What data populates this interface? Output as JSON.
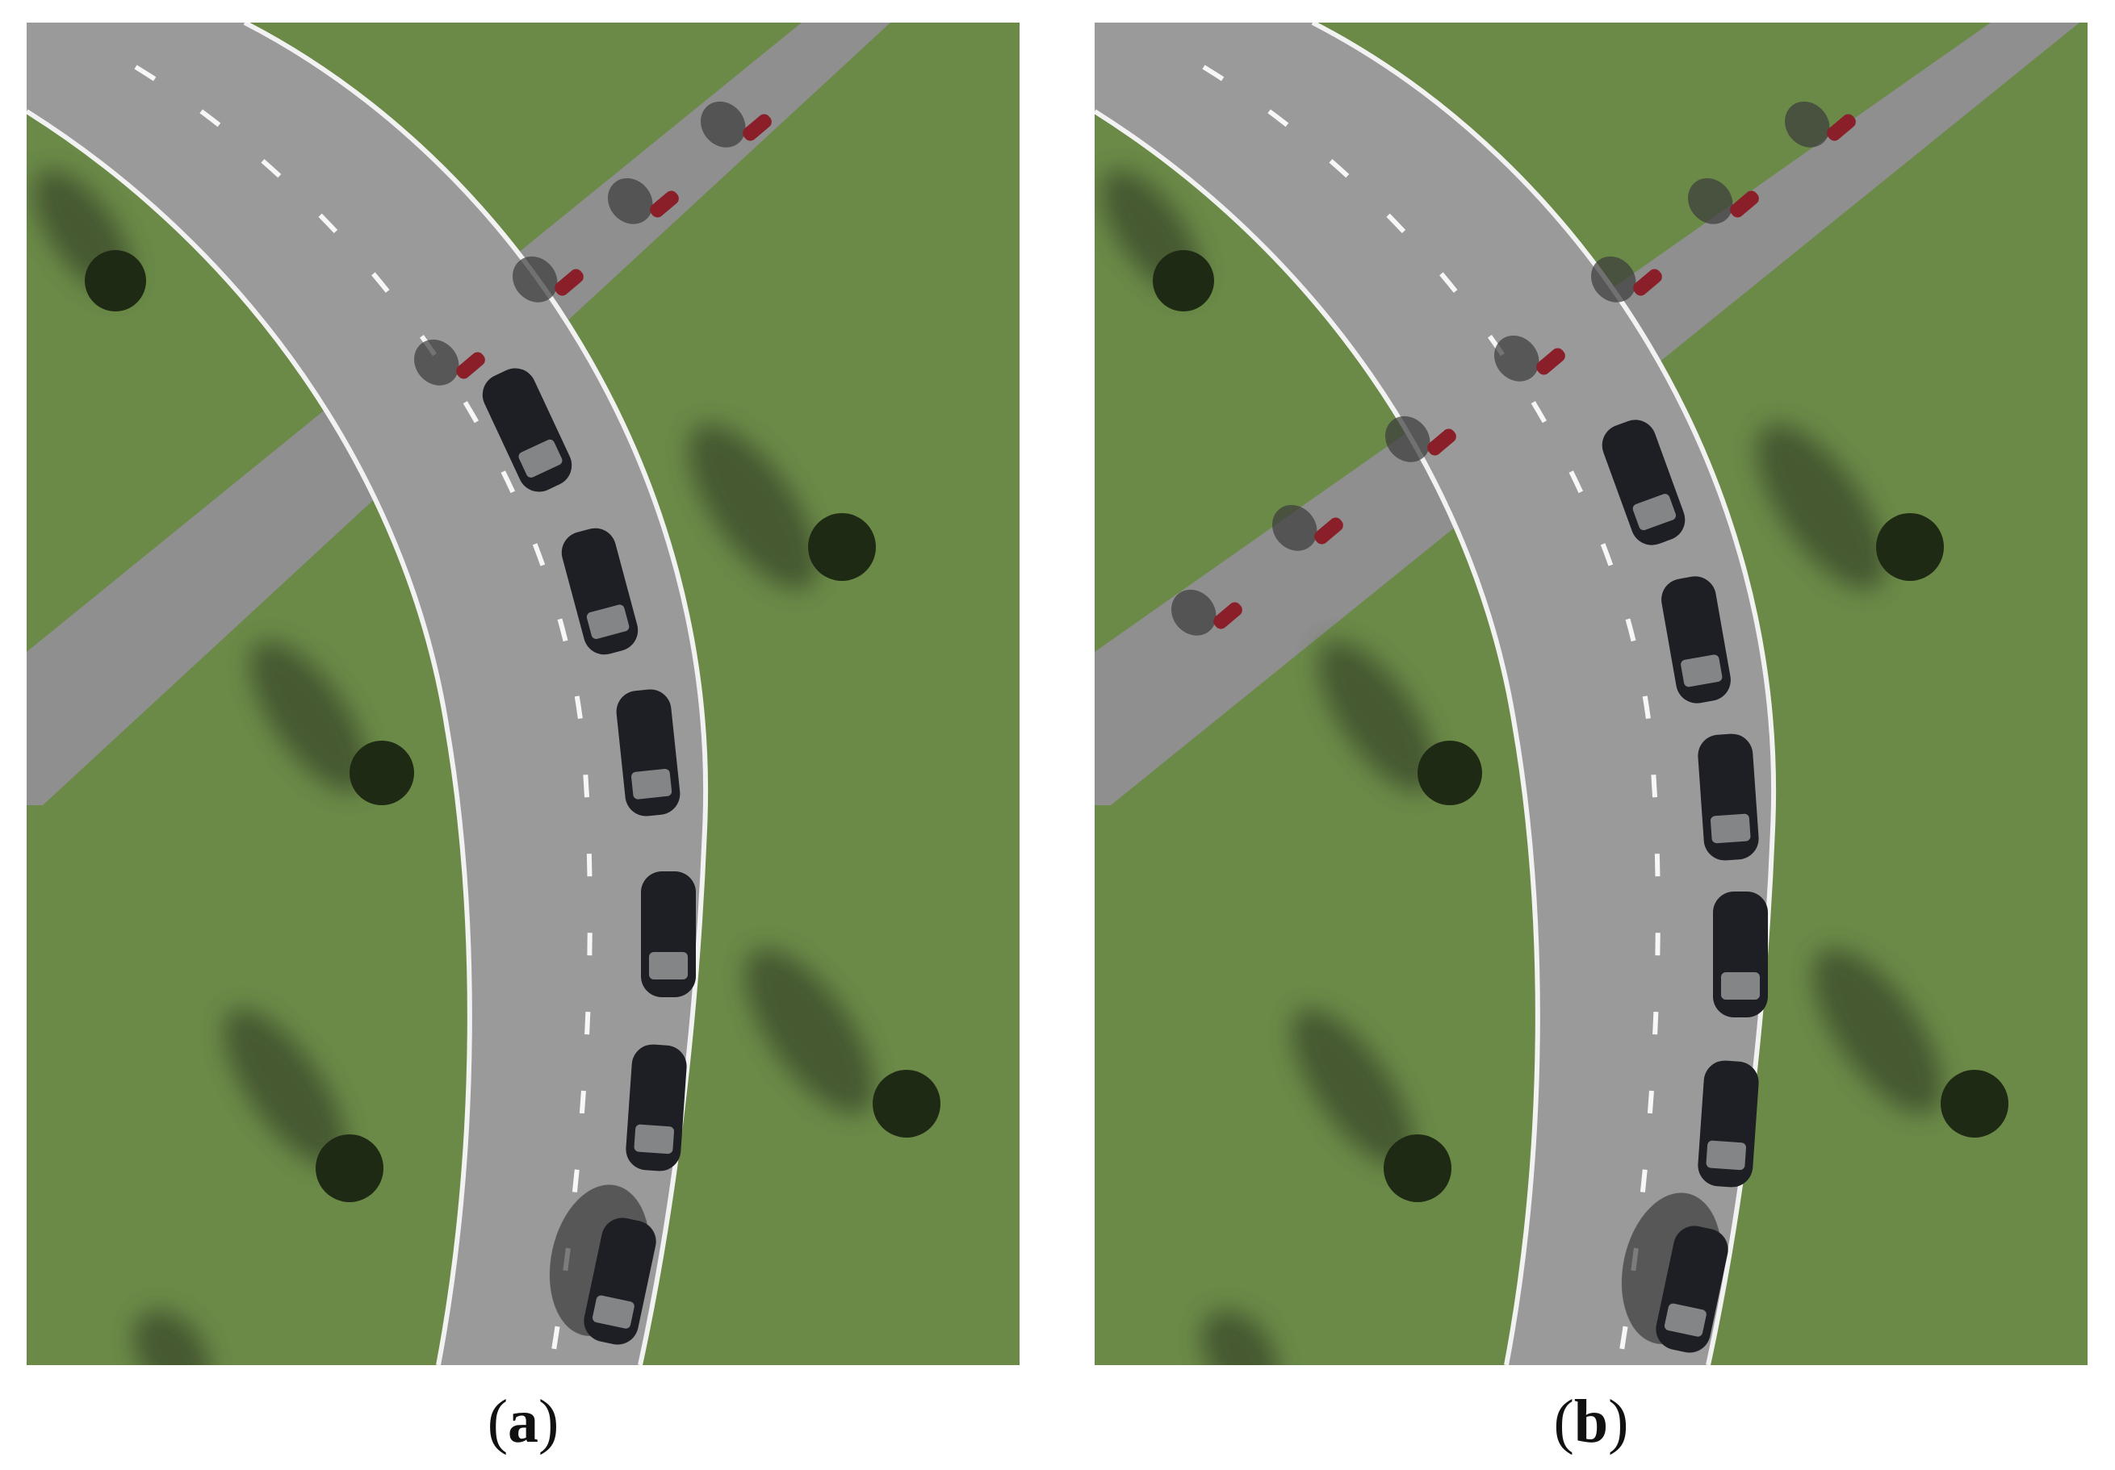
{
  "figure": {
    "panels": [
      {
        "id": "a",
        "caption": {
          "open": "(",
          "letter": "a",
          "close": ")"
        },
        "vehicles": {
          "cars": 6,
          "motorcycles": 4
        },
        "trees": 5
      },
      {
        "id": "b",
        "caption": {
          "open": "(",
          "letter": "b",
          "close": ")"
        },
        "vehicles": {
          "cars": 6,
          "motorcycles": 7
        },
        "trees": 5
      }
    ],
    "colors": {
      "grass": "#6b8a48",
      "road": "#9a9a9a",
      "road_edge_line": "#f2f2f2",
      "car": "#1d1f24",
      "motorcycle": "#8a1f2a",
      "tree": "#1f2a14",
      "shadow": "#3b4a2a"
    },
    "icons": [
      "car-icon",
      "motorcycle-icon",
      "tree-icon"
    ]
  }
}
